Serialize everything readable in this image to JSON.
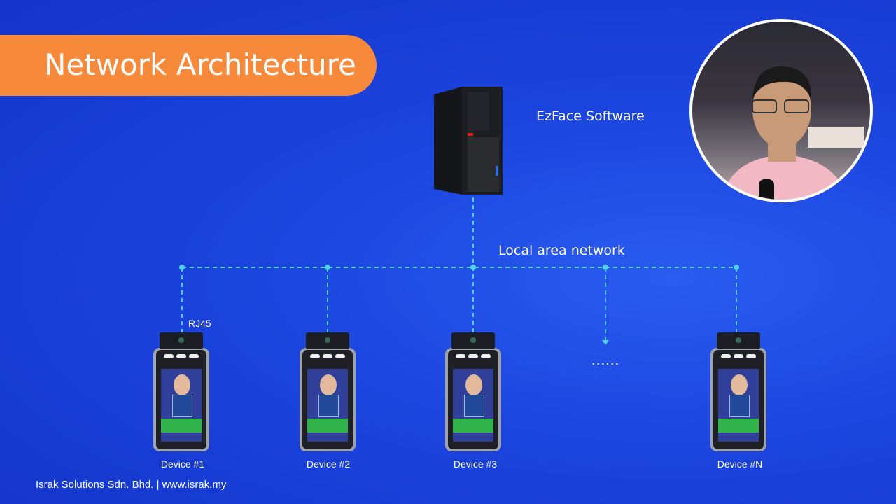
{
  "title": "Network Architecture",
  "server": {
    "label": "EzFace Software",
    "icon": "desktop-tower-icon"
  },
  "network": {
    "label": "Local area network",
    "connector_label": "RJ45",
    "ellipsis": "......"
  },
  "devices": [
    {
      "label": "Device #1"
    },
    {
      "label": "Device #2"
    },
    {
      "label": "Device #3"
    },
    {
      "label": "Device #N"
    }
  ],
  "footer": "Israk Solutions Sdn. Bhd. | www.israk.my",
  "colors": {
    "banner": "#f7893a",
    "background": "#1c46e0",
    "link_line": "#4fd0f0"
  }
}
